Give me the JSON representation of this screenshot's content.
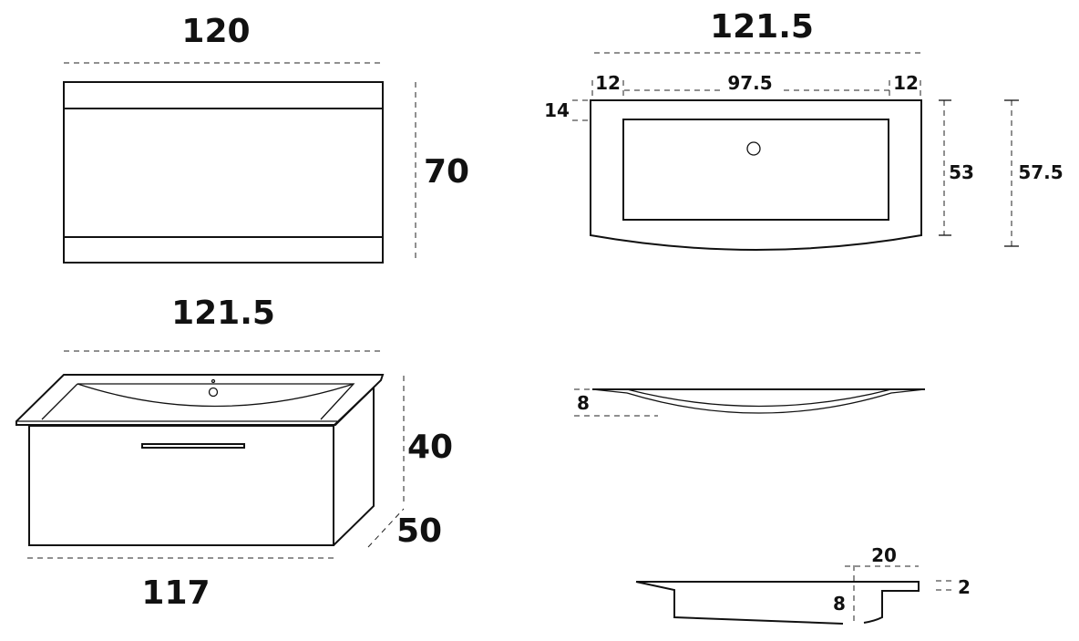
{
  "front_view": {
    "width_label": "120",
    "height_label": "70"
  },
  "top_view": {
    "width_label": "121.5",
    "left_margin_label": "12",
    "basin_width_label": "97.5",
    "right_margin_label": "12",
    "top_margin_label": "14",
    "depth_center_label": "53",
    "depth_total_label": "57.5"
  },
  "perspective_view": {
    "top_width_label": "121.5",
    "height_label": "40",
    "depth_label": "50",
    "bottom_width_label": "117"
  },
  "side_profile": {
    "depth_label": "8"
  },
  "section_view": {
    "width_label": "20",
    "depth_label": "8",
    "thickness_label": "2"
  }
}
